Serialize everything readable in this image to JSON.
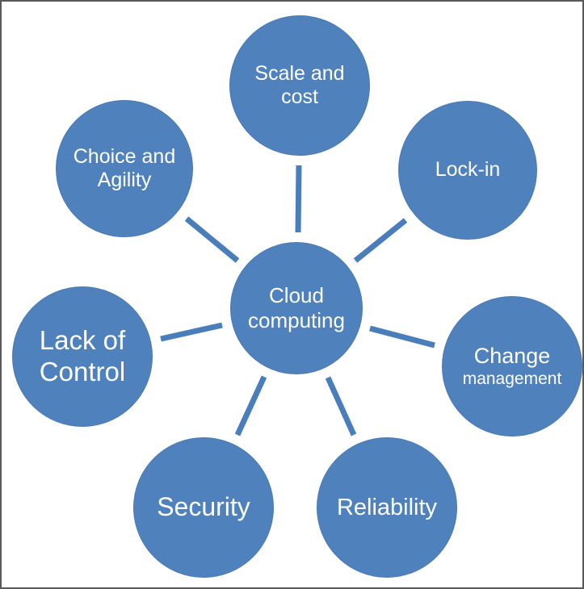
{
  "diagram": {
    "center": {
      "line1": "Cloud",
      "line2": "computing"
    },
    "nodes": {
      "scale": {
        "line1": "Scale and",
        "line2": "cost"
      },
      "lockin": {
        "label": "Lock-in"
      },
      "change": {
        "line1": "Change",
        "line2": "management"
      },
      "reliability": {
        "label": "Reliability"
      },
      "security": {
        "label": "Security"
      },
      "lack": {
        "line1": "Lack of",
        "line2": "Control"
      },
      "choice": {
        "line1": "Choice and",
        "line2": "Agility"
      }
    },
    "colors": {
      "circle_fill": "#4f81bd",
      "circle_edge": "#4a7ab3",
      "connector": "#4a7ebb",
      "text": "#ffffff",
      "frame_border": "#595959",
      "background": "#ffffff"
    }
  }
}
